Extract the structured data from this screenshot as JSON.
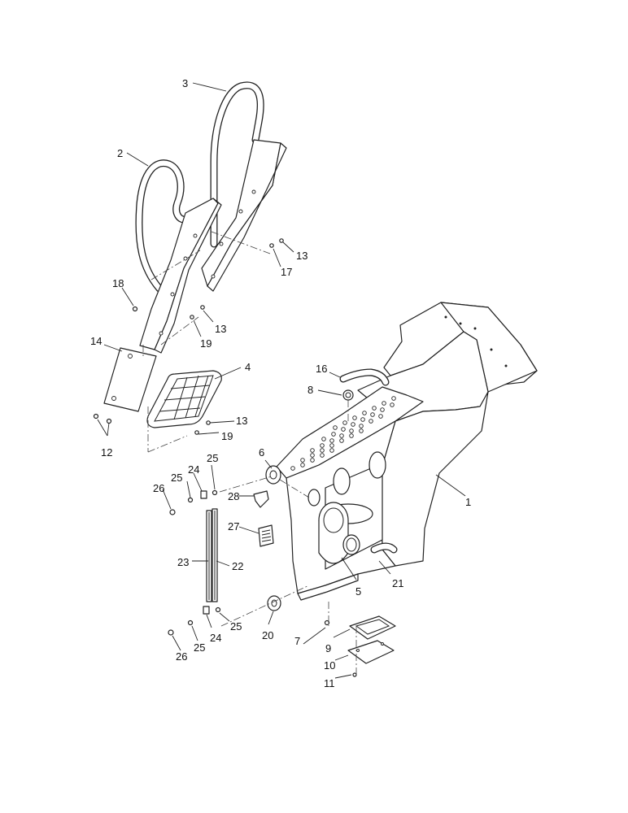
{
  "callouts": {
    "c1": "1",
    "c2": "2",
    "c3": "3",
    "c4": "4",
    "c5": "5",
    "c6": "6",
    "c7": "7",
    "c8": "8",
    "c9": "9",
    "c10": "10",
    "c11": "11",
    "c12": "12",
    "c13a": "13",
    "c13b": "13",
    "c13c": "13",
    "c14": "14",
    "c16": "16",
    "c17": "17",
    "c18": "18",
    "c19a": "19",
    "c19b": "19",
    "c20": "20",
    "c21": "21",
    "c22": "22",
    "c23": "23",
    "c24a": "24",
    "c24b": "24",
    "c25a": "25",
    "c25b": "25",
    "c25c": "25",
    "c25d": "25",
    "c26a": "26",
    "c26b": "26",
    "c27": "27",
    "c28": "28"
  }
}
